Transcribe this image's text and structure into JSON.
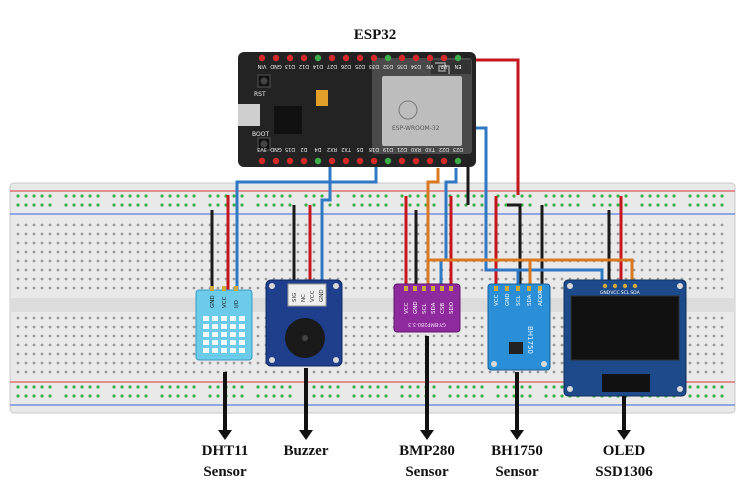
{
  "title": "ESP32",
  "esp32": {
    "top_pins": [
      "VIN",
      "GND",
      "D13",
      "D12",
      "D14",
      "D27",
      "D26",
      "D25",
      "D33",
      "D32",
      "D35",
      "D34",
      "VN",
      "VP",
      "EN"
    ],
    "bottom_pins": [
      "3V3",
      "GND",
      "D15",
      "D2",
      "D4",
      "RX2",
      "TX2",
      "D5",
      "D18",
      "D19",
      "D21",
      "RX0",
      "TX0",
      "D22",
      "D23"
    ],
    "button_rst": "RST",
    "button_boot": "BOOT",
    "module_text": "ESP-WROOM-32"
  },
  "dht11": {
    "pins": [
      "GND",
      "VCC",
      "I/O"
    ]
  },
  "buzzer": {
    "pins": [
      "SIG",
      "NC",
      "VCC",
      "GND"
    ]
  },
  "bmp280": {
    "pins": [
      "VCC",
      "GND",
      "SCL",
      "SDA",
      "CSB",
      "SDO"
    ],
    "board_text": "GY-BMP280-3.3"
  },
  "bh1750": {
    "pins": [
      "VCC",
      "GND",
      "SCL",
      "SDA",
      "ADDR"
    ],
    "board_text": "BH1750"
  },
  "oled": {
    "pins": [
      "GND",
      "VCC",
      "SCL",
      "SDA"
    ]
  },
  "labels": [
    {
      "id": "dht11",
      "line1": "DHT11",
      "line2": "Sensor"
    },
    {
      "id": "buzzer",
      "line1": "Buzzer",
      "line2": ""
    },
    {
      "id": "bmp280",
      "line1": "BMP280",
      "line2": "Sensor"
    },
    {
      "id": "bh1750",
      "line1": "BH1750",
      "line2": "Sensor"
    },
    {
      "id": "oled",
      "line1": "OLED",
      "line2": "SSD1306"
    }
  ],
  "colors": {
    "board": "#222222",
    "pin_red": "#d62a2a",
    "pin_green": "#3cae4a",
    "wire_red": "#c4161c",
    "wire_black": "#1a1a1a",
    "wire_blue": "#2f78c4",
    "wire_orange": "#d9781f",
    "dht_body": "#5ec3e6",
    "buzzer_body": "#1f3f8c",
    "bmp_body": "#8e2a9e",
    "bh_body": "#2a8fd6",
    "oled_body": "#1d4a8a"
  }
}
